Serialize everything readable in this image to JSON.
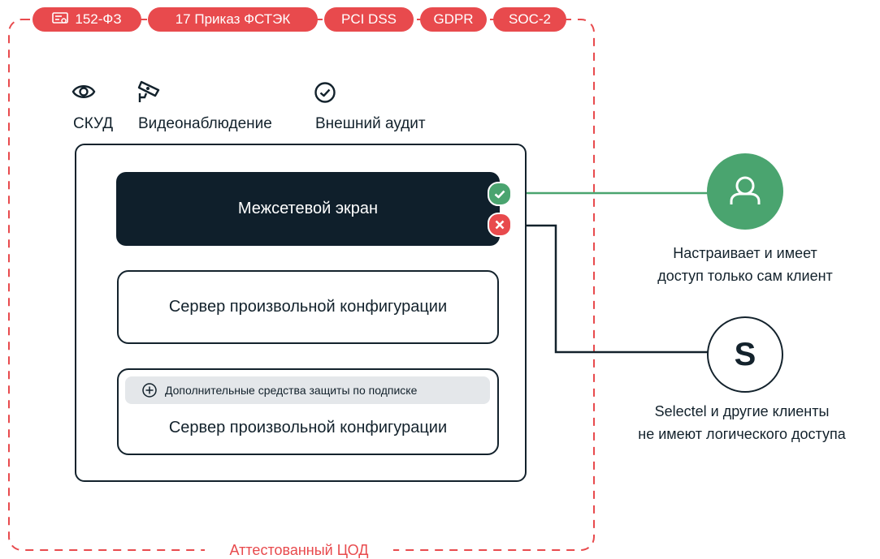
{
  "compliance_tags": [
    {
      "label": "152-ФЗ",
      "icon": "certificate-icon"
    },
    {
      "label": "17 Приказ ФСТЭК"
    },
    {
      "label": "PCI DSS"
    },
    {
      "label": "GDPR"
    },
    {
      "label": "SOC-2"
    }
  ],
  "features": [
    {
      "label": "СКУД",
      "icon": "eye-icon"
    },
    {
      "label": "Видеонаблюдение",
      "icon": "cctv-camera-icon"
    },
    {
      "label": "Внешний аудит",
      "icon": "check-circle-icon"
    }
  ],
  "firewall": {
    "label": "Межсетевой экран"
  },
  "servers": [
    {
      "label": "Сервер произвольной конфигурации"
    },
    {
      "label": "Сервер произвольной конфигурации",
      "addon": {
        "label": "Дополнительные средства защиты по подписке",
        "icon": "plus-circle-icon"
      }
    }
  ],
  "client": {
    "icon": "user-icon",
    "access": "allowed",
    "caption_line1": "Настраивает и имеет",
    "caption_line2": "доступ только сам клиент"
  },
  "selectel": {
    "logo_letter": "S",
    "access": "denied",
    "caption_line1": "Selectel и другие клиенты",
    "caption_line2": "не имеют логического доступа"
  },
  "datacenter_label": "Аттестованный ЦОД",
  "colors": {
    "accent": "#e84a4d",
    "dark": "#0f1f2b",
    "success": "#4aa46f",
    "muted": "#e4e7ea"
  }
}
